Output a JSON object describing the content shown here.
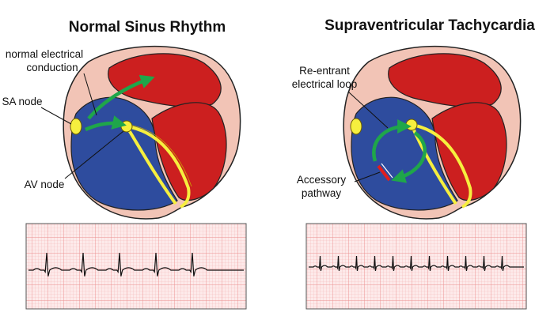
{
  "panels": [
    {
      "title": "Normal Sinus Rhythm",
      "labels": {
        "conduction_line1": "normal electrical",
        "conduction_line2": "conduction",
        "sa_node": "SA node",
        "av_node": "AV node"
      }
    },
    {
      "title": "Supraventricular Tachycardia",
      "labels": {
        "loop_line1": "Re-entrant",
        "loop_line2": "electrical loop",
        "accessory_line1": "Accessory",
        "accessory_line2": "pathway"
      }
    }
  ],
  "colors": {
    "atrium_red": "#cc1f1f",
    "ventricle_blue": "#2e4c9e",
    "tissue_pink": "#f2c4b6",
    "conduction_yellow": "#f6ef3e",
    "arrow_green": "#1fa64a",
    "accessory_red": "#e11d1d",
    "ecg_grid": "#f2a5a5",
    "ecg_bg": "#fdeaea"
  }
}
